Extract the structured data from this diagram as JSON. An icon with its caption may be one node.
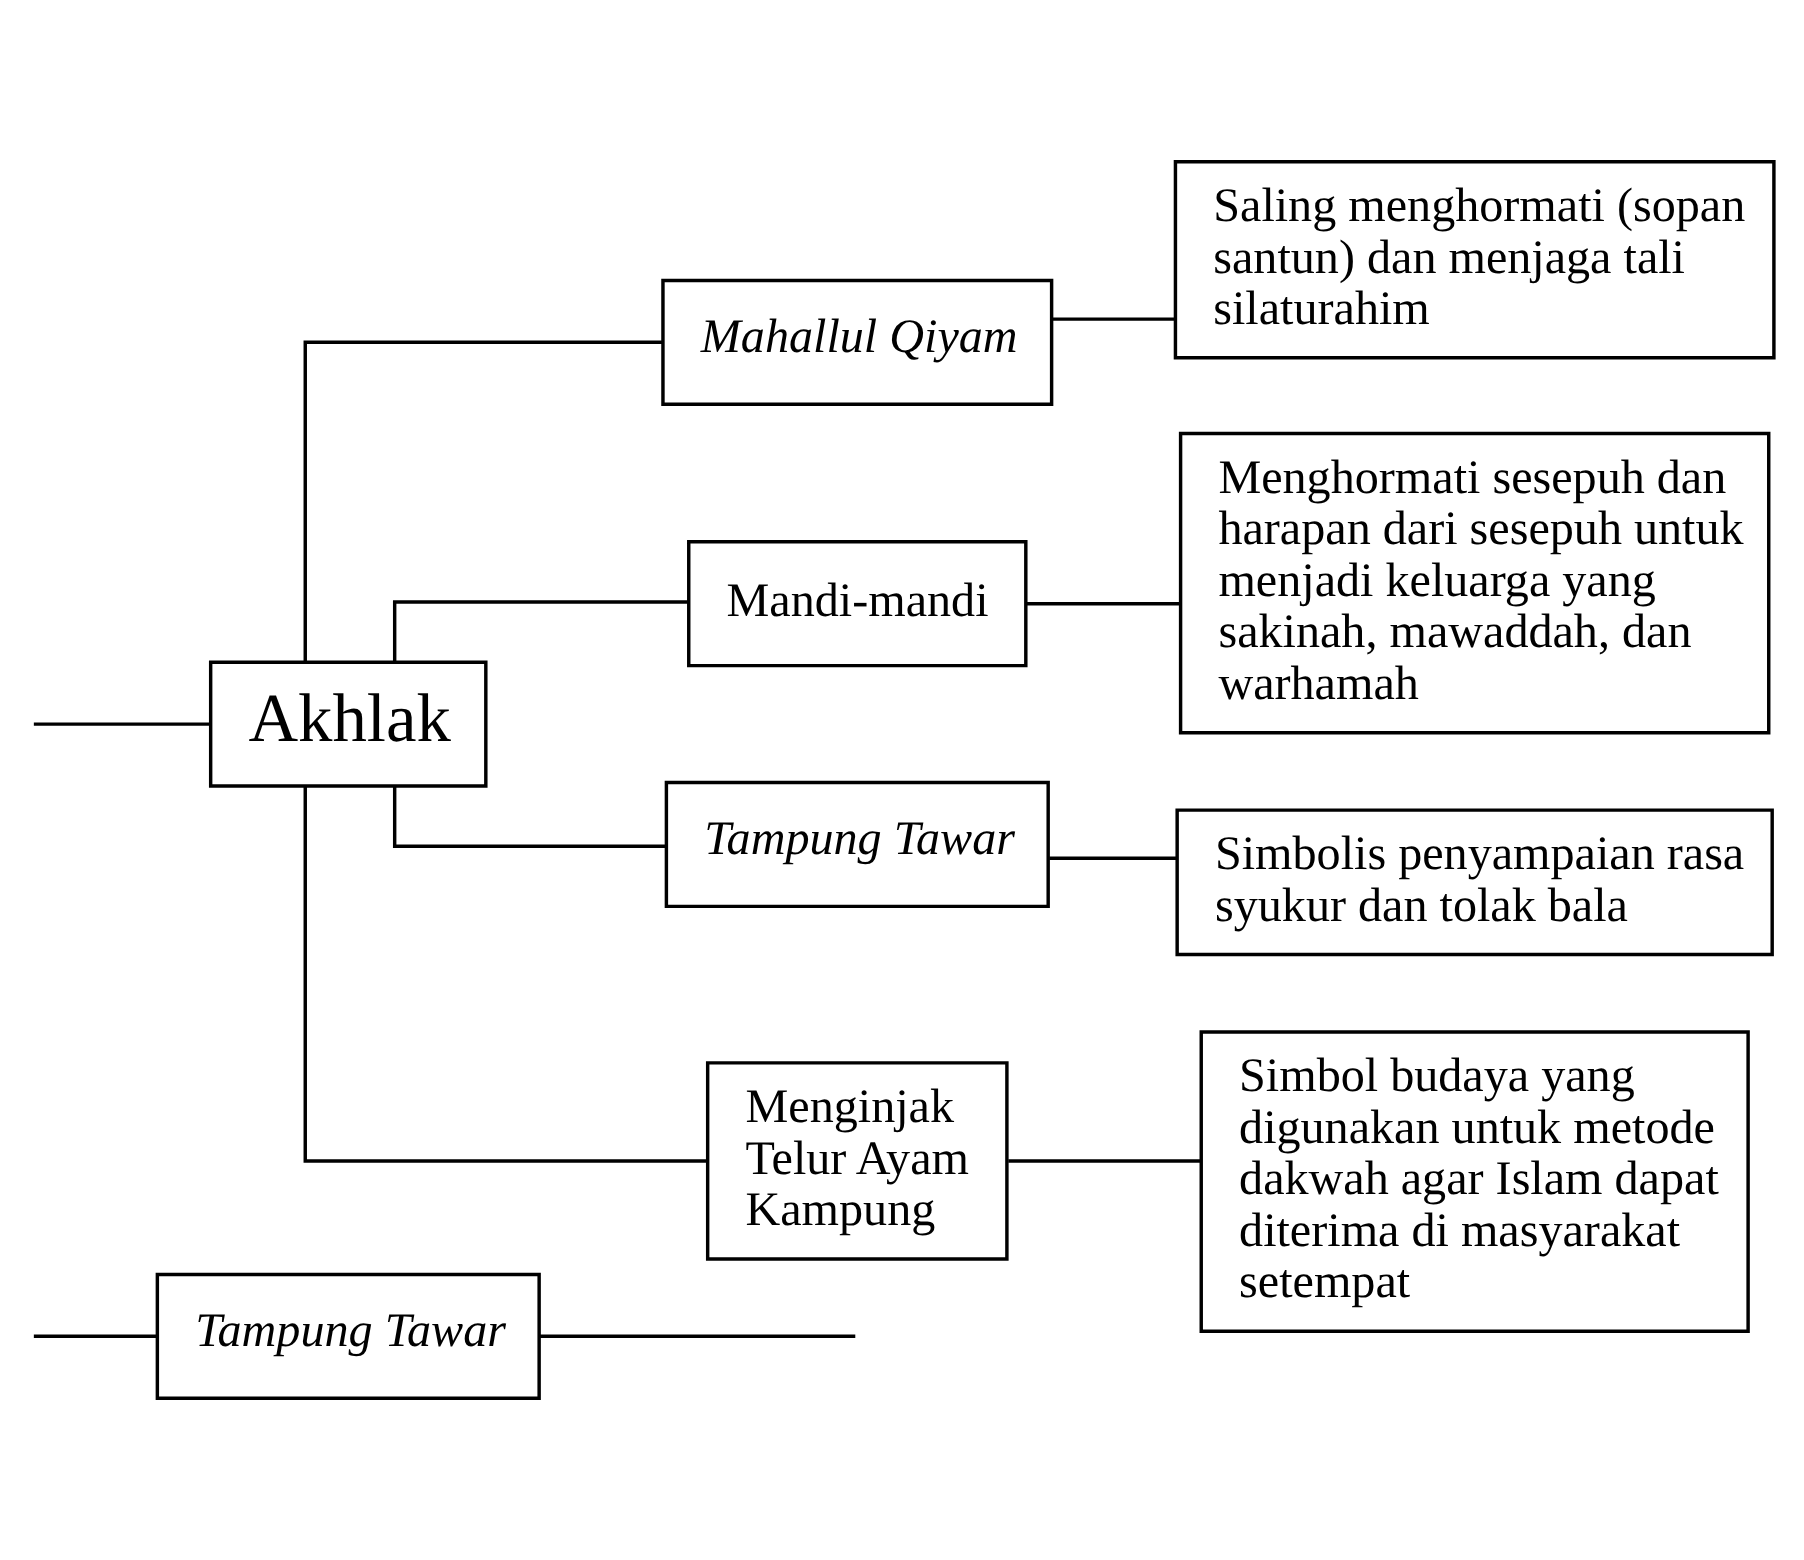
{
  "diagram": {
    "nodes": [
      {
        "text": [
          "Tampung Tawar"
        ]
      },
      {
        "text": [
          "Akhlak"
        ]
      },
      {
        "text": [
          "Mahallul Qiyam"
        ]
      },
      {
        "text": [
          "Saling menghormati (sopan santun) dan menjaga tali silaturahim"
        ]
      },
      {
        "text": [
          "Mandi-mandi"
        ]
      },
      {
        "text": [
          "Menghormati sesepuh dan harapan dari sesepuh untuk menjadi keluarga yang sakinah, mawaddah, dan warhamah"
        ]
      },
      {
        "text": [
          "Tampung Tawar"
        ]
      },
      {
        "text": [
          "Simbolis penyampaian rasa syukur dan tolak bala"
        ]
      },
      {
        "text": [
          "Menginjak Telur Ayam Kampung"
        ]
      },
      {
        "text": [
          "Simbol budaya yang digunakan untuk metode dakwah agar Islam dapat diterima di masyarakat setempat"
        ]
      }
    ],
    "edges": [
      {
        "from": null,
        "to": 0,
        "arrow": "none"
      },
      {
        "from": 0,
        "to": null,
        "arrow": "none"
      },
      {
        "from": null,
        "to": 1,
        "arrow": "none"
      },
      {
        "from": 1,
        "to": 2,
        "arrow": "none"
      },
      {
        "from": 1,
        "to": 4,
        "arrow": "none"
      },
      {
        "from": 1,
        "to": 6,
        "arrow": "none"
      },
      {
        "from": 1,
        "to": 8,
        "arrow": "none"
      },
      {
        "from": 2,
        "to": 3,
        "arrow": "none"
      },
      {
        "from": 4,
        "to": 5,
        "arrow": "none"
      },
      {
        "from": 6,
        "to": 7,
        "arrow": "none"
      },
      {
        "from": 8,
        "to": 9,
        "arrow": "none"
      }
    ]
  }
}
